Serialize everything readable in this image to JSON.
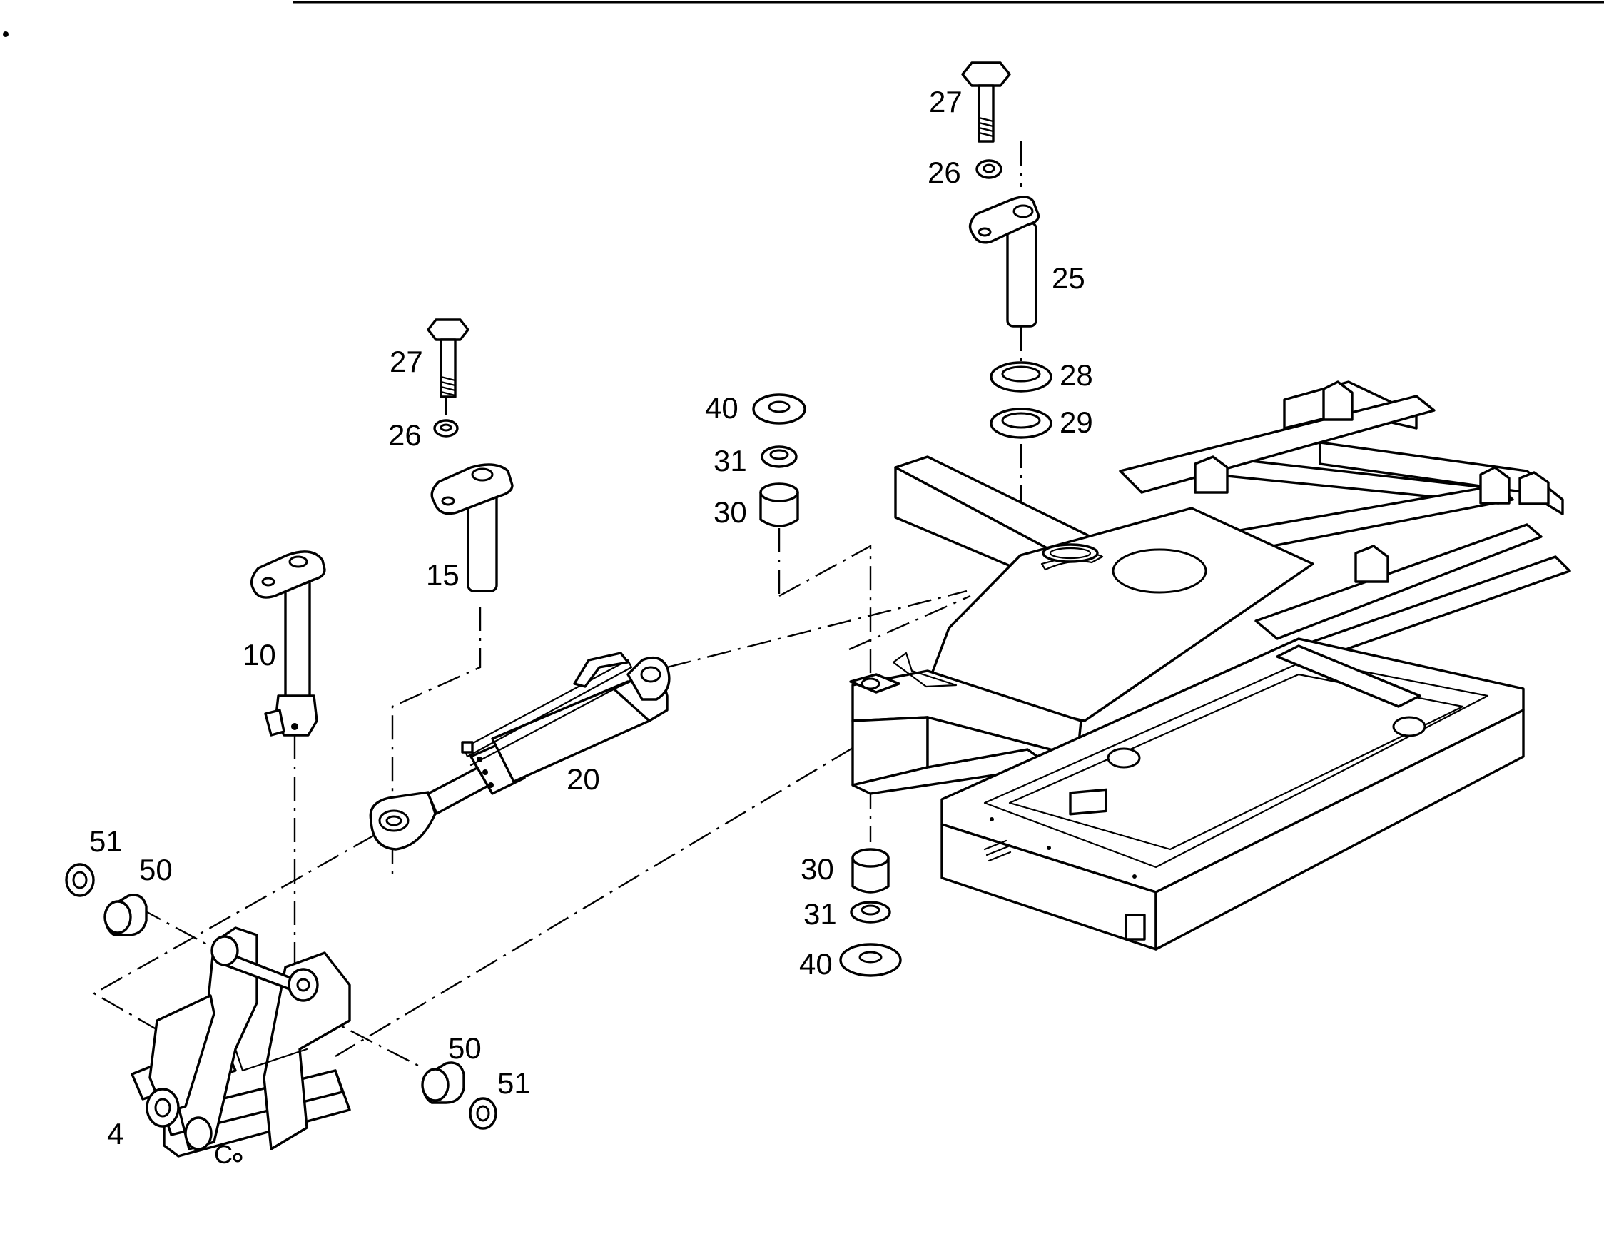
{
  "diagram": {
    "type": "exploded-parts-drawing",
    "callouts": [
      {
        "id": "c27a",
        "text": "27"
      },
      {
        "id": "c26a",
        "text": "26"
      },
      {
        "id": "c25",
        "text": "25"
      },
      {
        "id": "c28",
        "text": "28"
      },
      {
        "id": "c29",
        "text": "29"
      },
      {
        "id": "c40a",
        "text": "40"
      },
      {
        "id": "c31a",
        "text": "31"
      },
      {
        "id": "c30a",
        "text": "30"
      },
      {
        "id": "c27b",
        "text": "27"
      },
      {
        "id": "c26b",
        "text": "26"
      },
      {
        "id": "c15",
        "text": "15"
      },
      {
        "id": "c10",
        "text": "10"
      },
      {
        "id": "c20",
        "text": "20"
      },
      {
        "id": "c30b",
        "text": "30"
      },
      {
        "id": "c31b",
        "text": "31"
      },
      {
        "id": "c40b",
        "text": "40"
      },
      {
        "id": "c51a",
        "text": "51"
      },
      {
        "id": "c50a",
        "text": "50"
      },
      {
        "id": "c50b",
        "text": "50"
      },
      {
        "id": "c51b",
        "text": "51"
      },
      {
        "id": "c4",
        "text": "4"
      }
    ]
  }
}
